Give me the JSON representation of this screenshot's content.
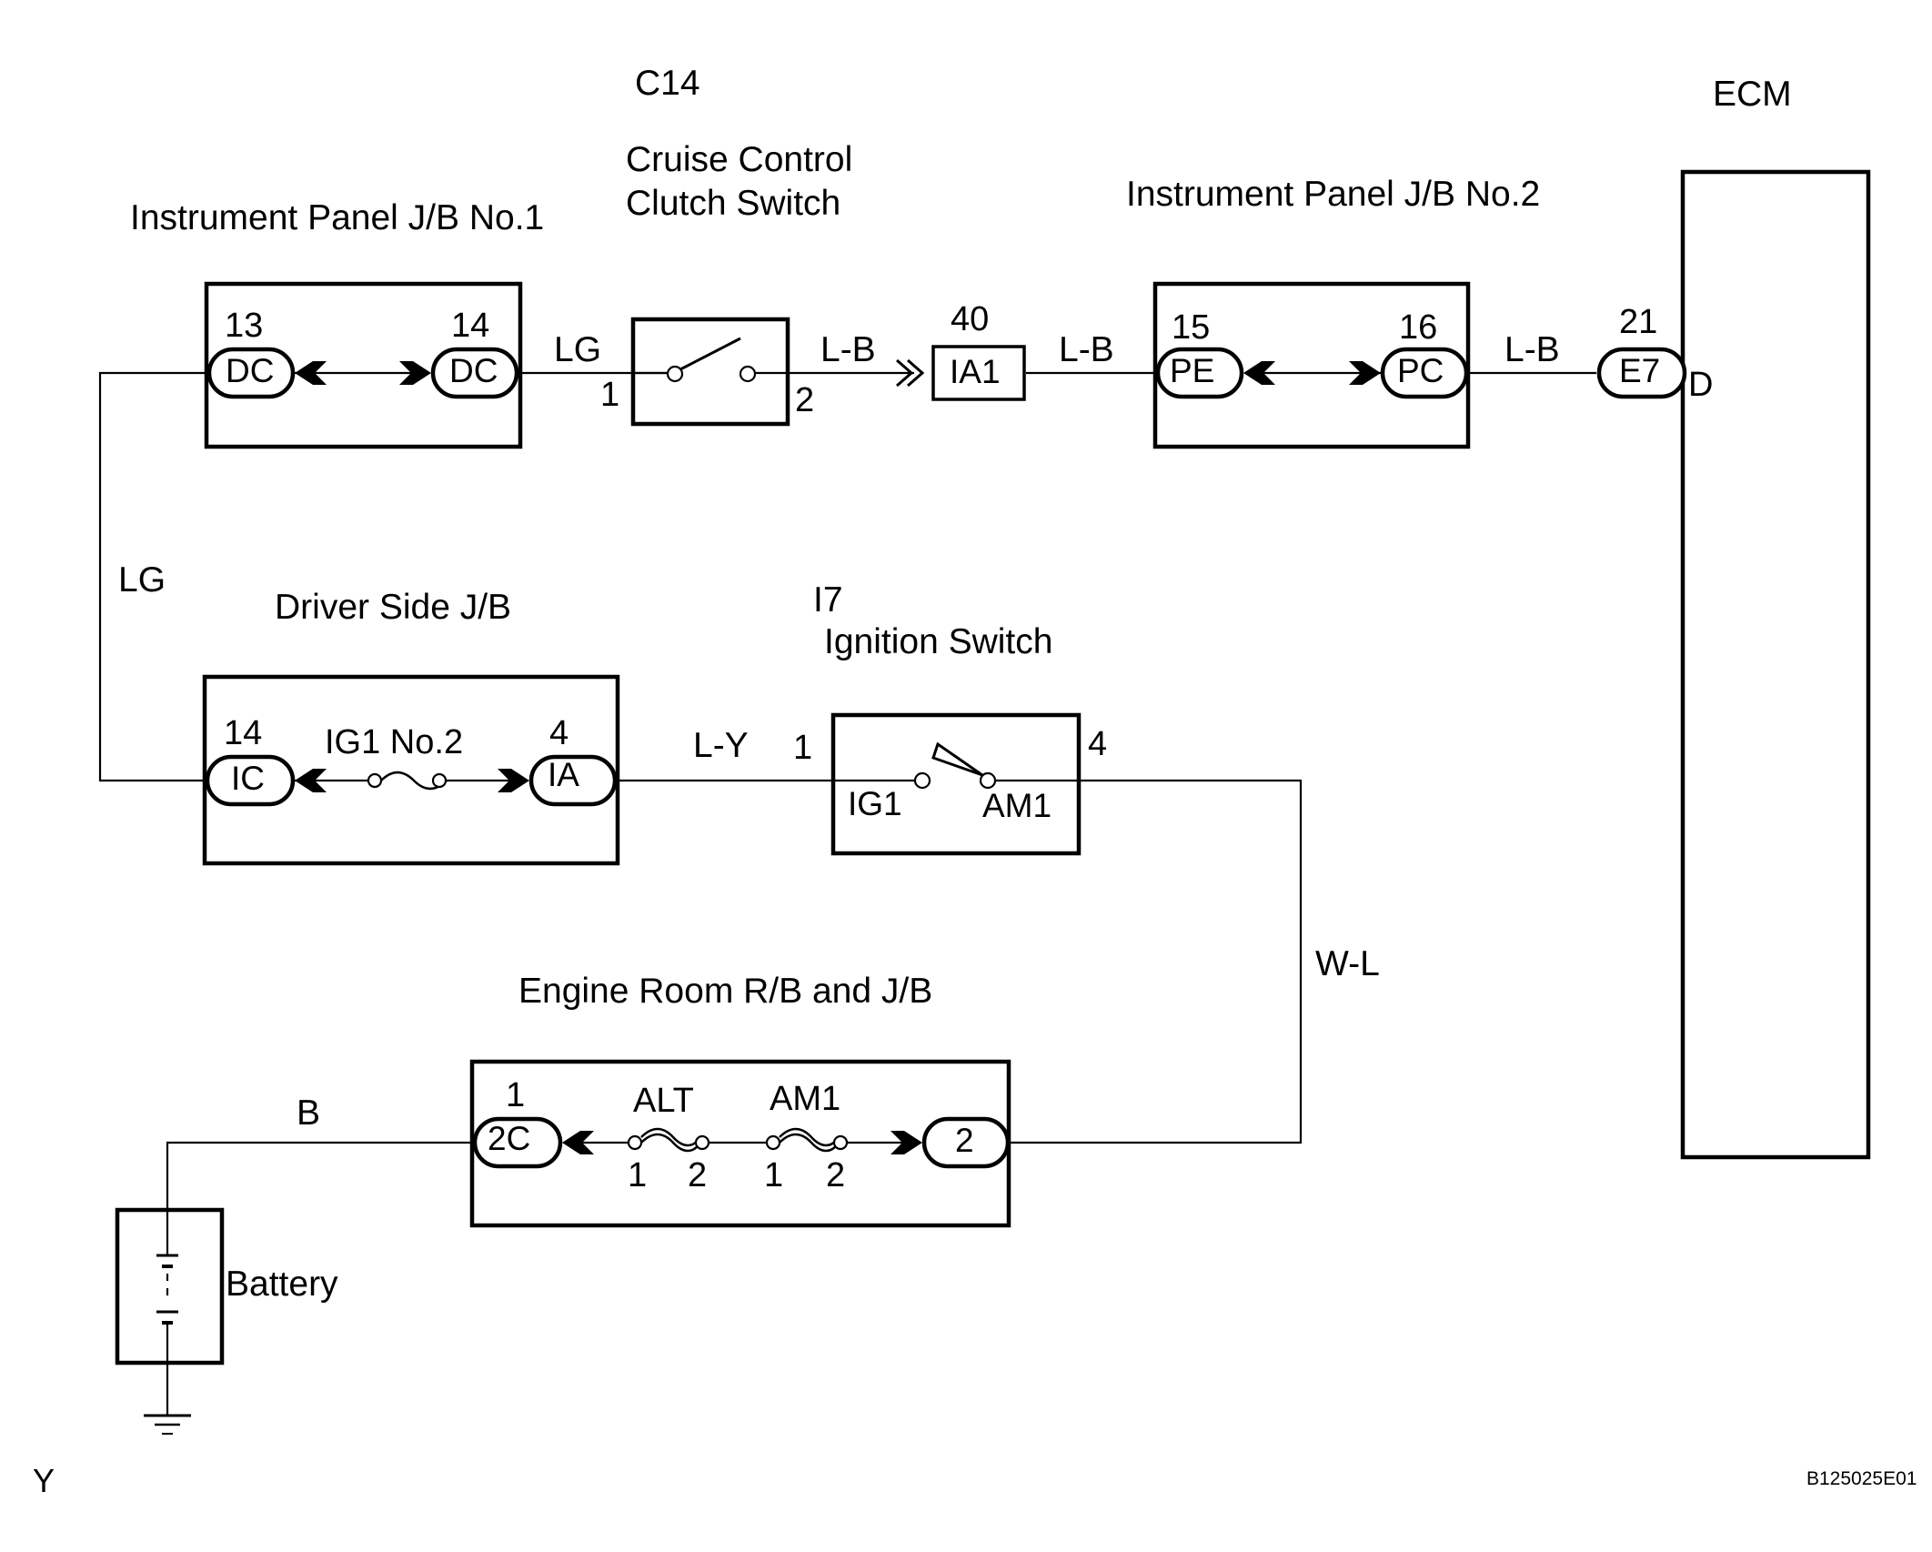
{
  "components": {
    "jb1": {
      "title": "Instrument Panel J/B No.1",
      "pin_left": "13",
      "pin_right": "14",
      "conn_left": "DC",
      "conn_right": "DC"
    },
    "clutch_switch": {
      "code": "C14",
      "title_line1": "Cruise Control",
      "title_line2": "Clutch Switch",
      "pin_in": "1",
      "pin_out": "2"
    },
    "ia1": {
      "pin": "40",
      "label": "IA1"
    },
    "jb2": {
      "title": "Instrument Panel J/B No.2",
      "pin_left": "15",
      "pin_right": "16",
      "conn_left": "PE",
      "conn_right": "PC"
    },
    "ecm": {
      "title": "ECM",
      "pin": "21",
      "conn": "E7",
      "terminal": "D"
    },
    "driver_jb": {
      "title": "Driver Side J/B",
      "pin_left": "14",
      "pin_right": "4",
      "conn_left": "IC",
      "conn_right": "IA",
      "fuse": "IG1 No.2"
    },
    "ignition_switch": {
      "code": "I7",
      "title": "Ignition Switch",
      "pin_in": "1",
      "pin_out": "4",
      "term_ig1": "IG1",
      "term_am1": "AM1"
    },
    "engine_room": {
      "title": "Engine Room R/B and J/B",
      "pin_left": "1",
      "conn_left": "2C",
      "conn_right": "2",
      "fuse_alt": "ALT",
      "fuse_am1": "AM1",
      "fuse_pin1": "1",
      "fuse_pin2": "2"
    },
    "battery": {
      "title": "Battery"
    }
  },
  "wires": {
    "jb1_to_switch": "LG",
    "switch_to_ia1": "L-B",
    "ia1_to_jb2": "L-B",
    "jb2_to_ecm": "L-B",
    "left_vertical": "LG",
    "driver_to_ignition": "L-Y",
    "ignition_to_engine": "W-L",
    "battery_to_engine": "B"
  },
  "footer": {
    "corner_letter": "Y",
    "figure_code": "B125025E01"
  }
}
